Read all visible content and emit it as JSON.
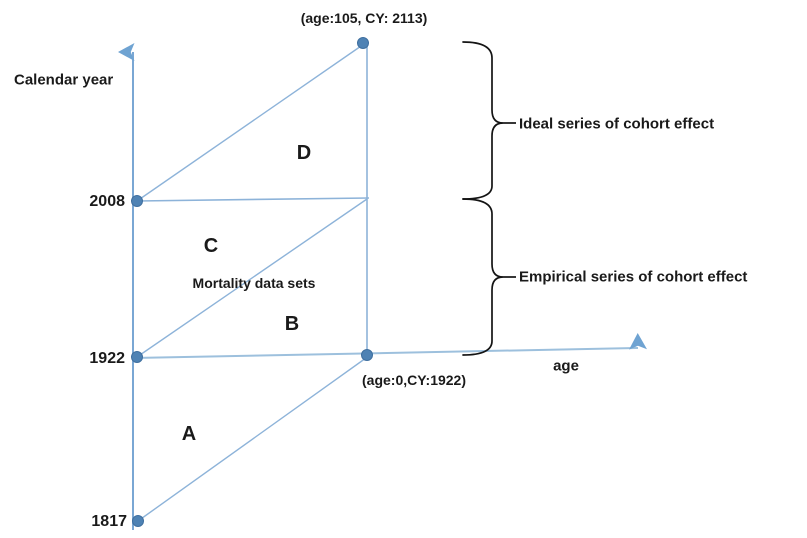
{
  "figure": {
    "axes": {
      "y_title": "Calendar year",
      "x_title": "age",
      "y_ticks": [
        "2008",
        "1922",
        "1817"
      ],
      "x_ticks": []
    },
    "regions": [
      {
        "id": "A",
        "label": "A"
      },
      {
        "id": "B",
        "label": "B"
      },
      {
        "id": "C",
        "label": "C"
      },
      {
        "id": "D",
        "label": "D"
      }
    ],
    "annotations": {
      "mortality_note": "Mortality data sets",
      "top_point": "(age:105, CY: 2113)",
      "origin_point": "(age:0,CY:1922)"
    },
    "braces": [
      {
        "id": "ideal",
        "label": "Ideal series of cohort effect"
      },
      {
        "id": "empirical",
        "label": "Empirical series of cohort effect"
      }
    ],
    "colors": {
      "line": "#8db3d9",
      "axis": "#7aa7d4",
      "marker_fill": "#4e82b4",
      "marker_stroke": "#3f6f9f",
      "brace": "#141414",
      "text": "#1a1a1a"
    }
  }
}
